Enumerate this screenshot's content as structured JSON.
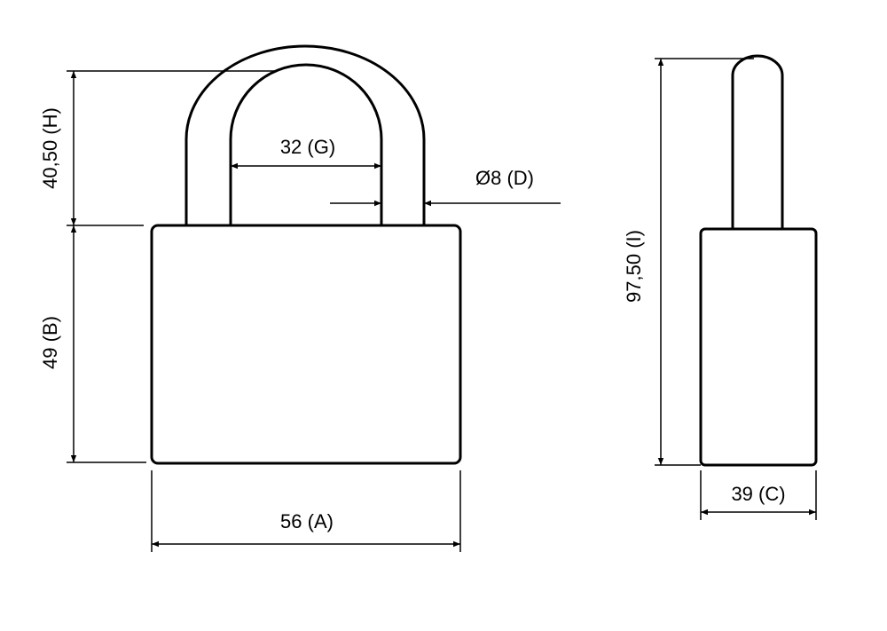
{
  "dimensions": {
    "shackle_height": "40,50 (H)",
    "body_height": "49 (B)",
    "body_width": "56 (A)",
    "shackle_inner_width": "32 (G)",
    "shackle_diameter": "Ø8 (D)",
    "total_height": "97,50 (I)",
    "body_depth": "39 (C)"
  }
}
